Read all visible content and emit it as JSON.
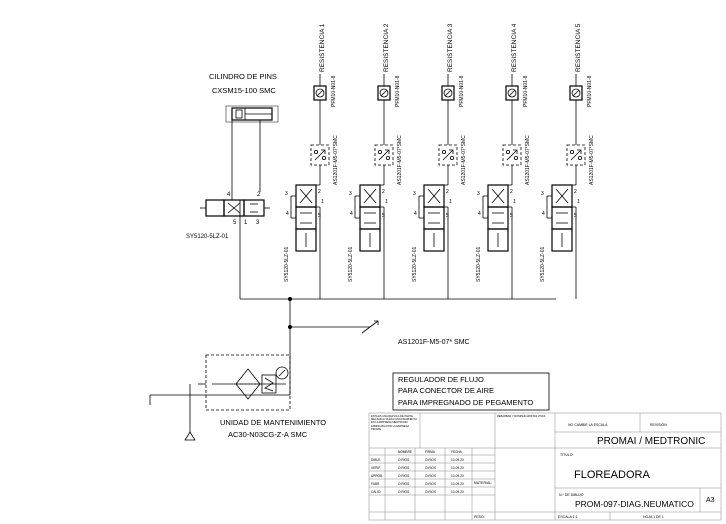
{
  "resistances": [
    {
      "label": "RESISTENCIA 1",
      "sensor": "PFM10-N01-8",
      "regulator": "AS1201F-M5-07*SMC",
      "valve": "SY5120-5LZ-01"
    },
    {
      "label": "RESISTENCIA 2",
      "sensor": "PFM10-N01-8",
      "regulator": "AS1201F-M5-07*SMC",
      "valve": "SY5120-5LZ-01"
    },
    {
      "label": "RESISTENCIA 3",
      "sensor": "PFM10-N01-8",
      "regulator": "AS1201F-M5-07*SMC",
      "valve": "SY5120-5LZ-01"
    },
    {
      "label": "RESISTENCIA 4",
      "sensor": "PFM10-N01-8",
      "regulator": "AS1201F-M5-07*SMC",
      "valve": "SY5120-5LZ-01"
    },
    {
      "label": "RESISTENCIA 5",
      "sensor": "PFM10-N01-8",
      "regulator": "AS1201F-M5-07*SMC",
      "valve": "SY5120-5LZ-01"
    }
  ],
  "cylinder": {
    "line1": "CILINDRO DE PINS",
    "line2": "CXSM15-100 SMC"
  },
  "cylinder_valve": "SY5120-5LZ-01",
  "port_labels": [
    "1",
    "2",
    "3",
    "4",
    "5"
  ],
  "main_regulator": "AS1201F-M5-07* SMC",
  "note": {
    "line1": "REGULADOR DE FLUJO",
    "line2": "PARA CONECTOR DE AIRE",
    "line3": "PARA IMPREGNADO DE PEGAMENTO"
  },
  "maintenance": {
    "line1": "UNIDAD DE MANTENIMIENTO",
    "line2": "AC30-N03CG-Z-A SMC"
  },
  "title_block": {
    "disclaimer": "ESTA ES UNA REPLICA DE PARTE MECANICA YA EN FUNCIONAMIENTO EN LA EMPRESA MEDTRONIC FABRICADA POR LA EMPRESA PROMAI",
    "edges_note": "REBARBAR Y ROMPER ARISTAS VIVAS",
    "no_scale": "NO CAMBIE LA ESCALA",
    "revision_label": "REVISIÓN",
    "company": "PROMAI / MEDTRONIC",
    "title_label": "TÍTULO:",
    "title": "FLOREADORA",
    "drawing_label": "N.º DE DIBUJO",
    "drawing_number": "PROM-097-DIAG.NEUMATICO",
    "sheet_size": "A3",
    "material_label": "MATERIAL:",
    "weight_label": "PESO:",
    "scale_label": "ESCALA:1:1",
    "sheet_label": "HOJA 1 DE 1",
    "headers": [
      "NOMBRE",
      "FIRMA",
      "FECHA"
    ],
    "rows": [
      {
        "role": "DIBUJ.",
        "name": "O.RIOS",
        "sign": "O.RIOS",
        "date": "10-09-20"
      },
      {
        "role": "VERIF.",
        "name": "O.RIOS",
        "sign": "O.RIOS",
        "date": "10-09-20"
      },
      {
        "role": "APROB.",
        "name": "O.RIOS",
        "sign": "O.RIOS",
        "date": "10-09-20"
      },
      {
        "role": "FABR.",
        "name": "O.RIOS",
        "sign": "O.RIOS",
        "date": "10-09-20"
      },
      {
        "role": "CALID.",
        "name": "O.RIOS",
        "sign": "O.RIOS",
        "date": "10-09-20"
      }
    ]
  }
}
